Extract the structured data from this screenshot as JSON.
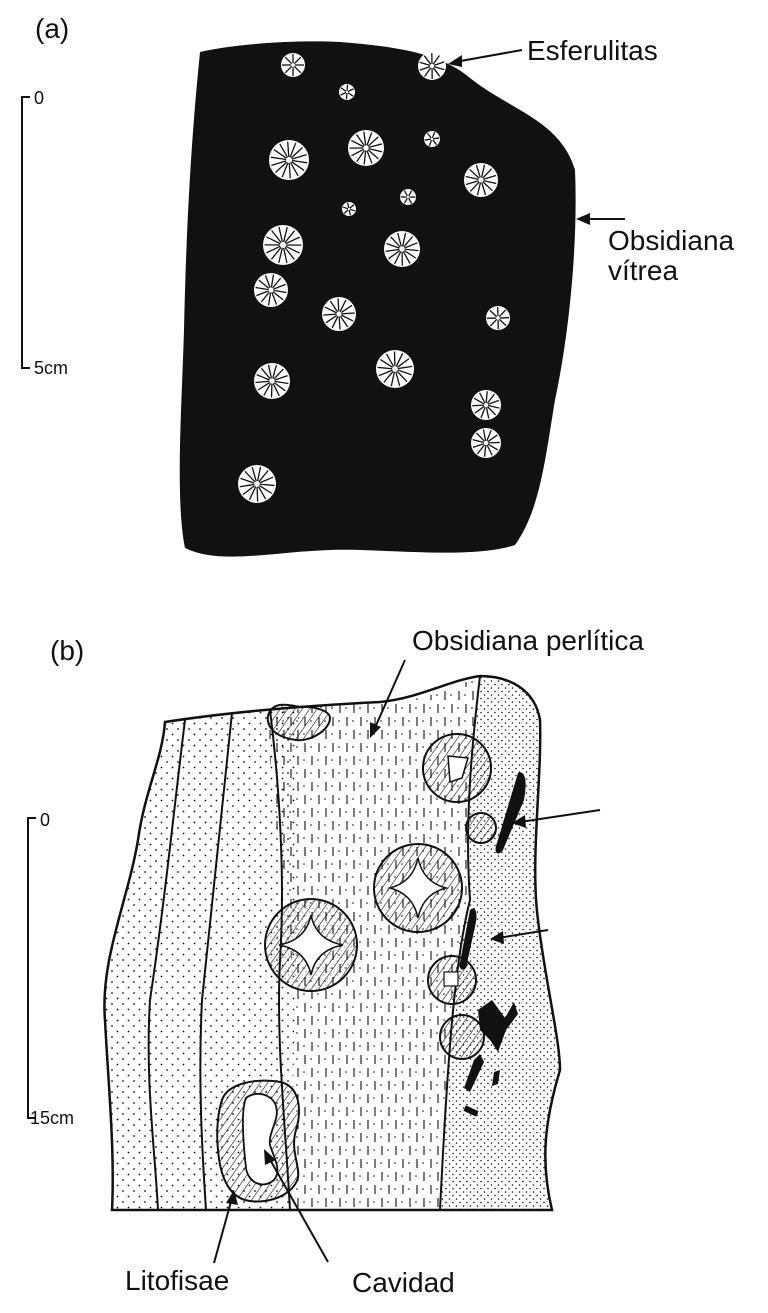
{
  "panel_a": {
    "label": "(a)",
    "scale": {
      "top": "0",
      "bottom": "5cm"
    },
    "labels": {
      "spherulites": "Esferulitas",
      "glass_line1": "Obsidiana",
      "glass_line2": "vítrea"
    }
  },
  "panel_b": {
    "label": "(b)",
    "scale": {
      "top": "0",
      "bottom": "15cm"
    },
    "labels": {
      "perlitic": "Obsidiana perlítica",
      "lithophysae": "Litofisae",
      "cavity": "Cavidad"
    }
  },
  "colors": {
    "ink": "#111111",
    "paper": "#ffffff"
  }
}
